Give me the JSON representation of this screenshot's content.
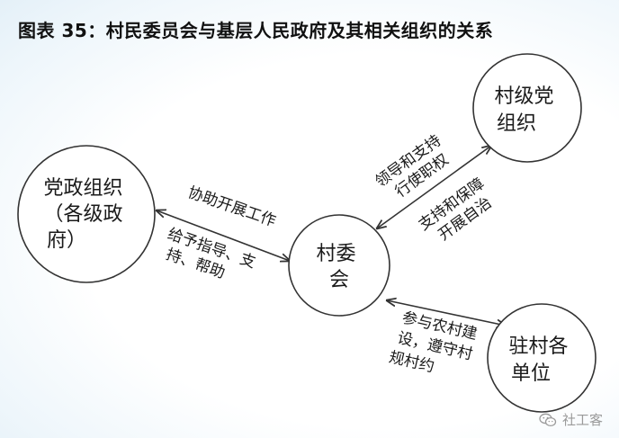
{
  "title": "图表 35：村民委员会与基层人民政府及其相关组织的关系",
  "nodes": {
    "party_gov": {
      "lines": [
        "党政组织",
        "（各级政",
        "府）"
      ]
    },
    "village_party": {
      "lines": [
        "村级党",
        "组织"
      ]
    },
    "village_committee": {
      "lines": [
        "村委",
        "会"
      ]
    },
    "stationed_units": {
      "lines": [
        "驻村各",
        "单位"
      ]
    }
  },
  "edges": {
    "to_party_gov": {
      "lines": [
        "协助开展工作"
      ]
    },
    "from_party_gov": {
      "lines": [
        "给予指导、支",
        "持、帮助"
      ]
    },
    "from_village_party": {
      "lines": [
        "领导和支持",
        "行使职权"
      ]
    },
    "to_village_party": {
      "lines": [
        "支持和保障",
        "开展自治"
      ]
    },
    "with_units": {
      "lines": [
        "参与农村建",
        "设，遵守村",
        "规村约"
      ]
    }
  },
  "watermark": {
    "text": "社工客",
    "icon": "wechat-icon"
  },
  "colors": {
    "line": "#333333",
    "node_fill": "#ffffff"
  }
}
